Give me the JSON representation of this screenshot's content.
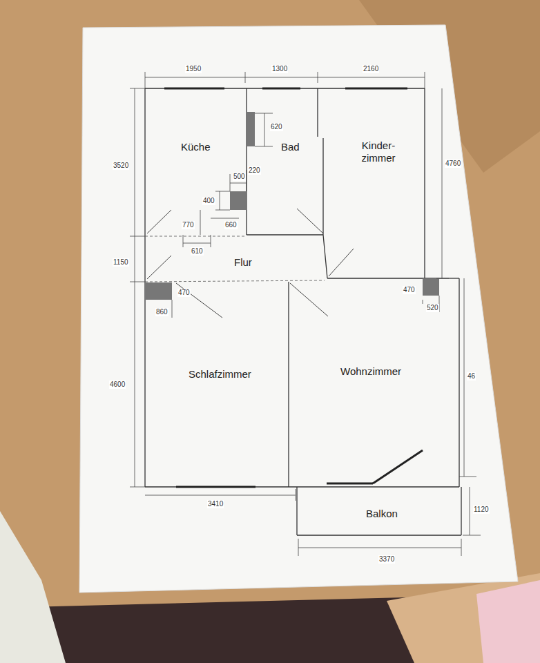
{
  "diagram": {
    "nodes": [
      {
        "text": [
          "Küche"
        ]
      },
      {
        "text": [
          "Bad"
        ]
      },
      {
        "text": [
          "Kinder- zimmer"
        ]
      },
      {
        "text": [
          "Flur"
        ]
      },
      {
        "text": [
          "Schlafzimmer"
        ]
      },
      {
        "text": [
          "Wohnzimmer"
        ]
      },
      {
        "text": [
          "Balkon"
        ]
      }
    ],
    "labels": [
      "1950",
      "1300",
      "2160",
      "620",
      "3520",
      "4760",
      "500",
      "220",
      "400",
      "770",
      "660",
      "610",
      "1150",
      "470",
      "860",
      "470",
      "520",
      "4600",
      "46",
      "3410",
      "1120",
      "3370"
    ]
  }
}
